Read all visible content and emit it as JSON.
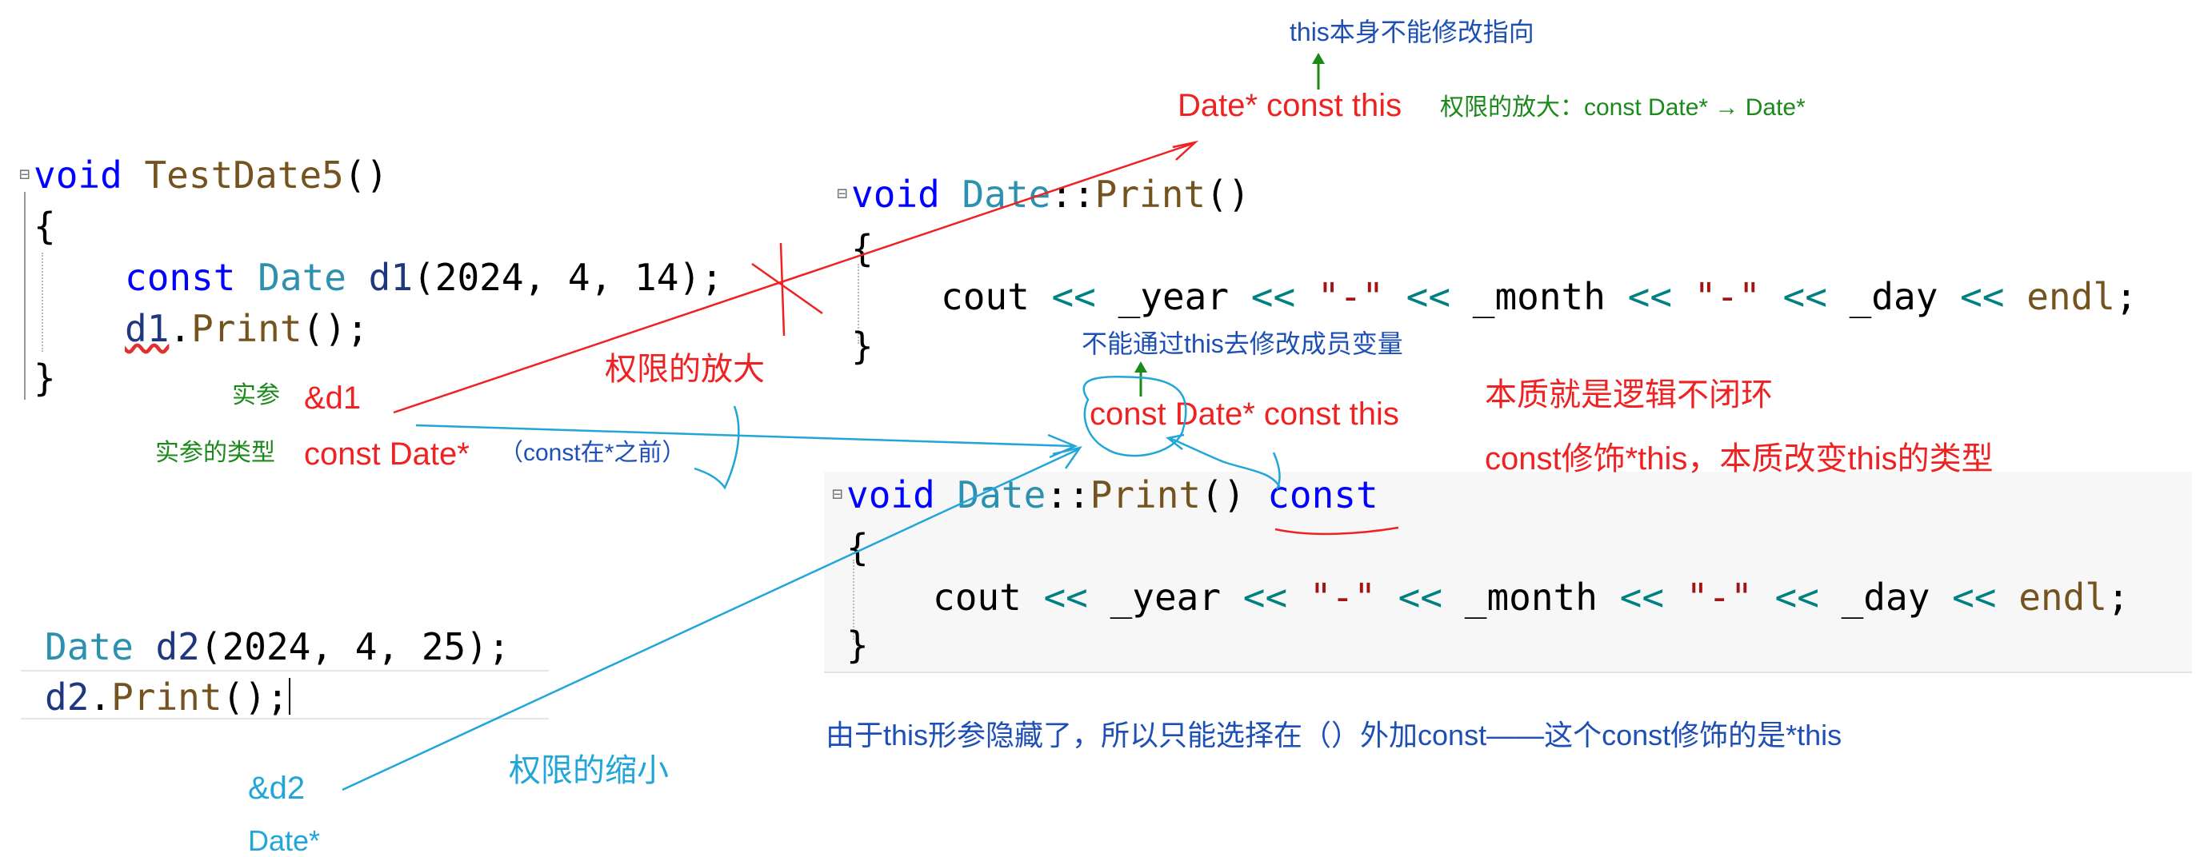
{
  "code_block_1": {
    "line1": {
      "kw": "void",
      "fn": "TestDate5",
      "rest": "()"
    },
    "line2": "{",
    "line3": {
      "kw": "const",
      "ty": "Date",
      "var": "d1",
      "rest": "(2024, 4, 14);"
    },
    "line4": {
      "var": "d1",
      "fn": "Print",
      "rest": "();"
    },
    "line5": "}"
  },
  "code_block_2": {
    "line1": {
      "kw": "void",
      "ty": "Date",
      "sep": "::",
      "fn": "Print",
      "rest": "()"
    },
    "line2": "{",
    "line3": {
      "a": "cout",
      "op": "<<",
      "b": "_year",
      "s1": "\"-\"",
      "c": "_month",
      "s2": "\"-\"",
      "d": "_day",
      "e": "endl",
      "end": ";"
    },
    "line4": "}"
  },
  "code_block_3": {
    "line1": {
      "kw": "void",
      "ty": "Date",
      "sep": "::",
      "fn": "Print",
      "rest": "()",
      "kw2": "const"
    },
    "line2": "{",
    "line3": {
      "a": "cout",
      "op": "<<",
      "b": "_year",
      "s1": "\"-\"",
      "c": "_month",
      "s2": "\"-\"",
      "d": "_day",
      "e": "endl",
      "end": ";"
    },
    "line4": "}"
  },
  "code_block_4": {
    "line1": {
      "ty": "Date",
      "var": "d2",
      "rest": "(2024, 4, 25);"
    },
    "line2": {
      "var": "d2",
      "fn": "Print",
      "rest": "();"
    }
  },
  "annotations": {
    "this_cannot_change": "this本身不能修改指向",
    "date_const_this": "Date* const this",
    "amplify_detail": "权限的放大：const Date* → Date*",
    "amplify": "权限的放大",
    "arg_label": "实参",
    "arg_value": "&d1",
    "arg_type_label": "实参的类型",
    "arg_type_value": "const Date*",
    "const_before_star": "（const在*之前）",
    "cannot_modify_members": "不能通过this去修改成员变量",
    "const_date_const_this": "const Date* const this",
    "essence_logic": "本质就是逻辑不闭环",
    "const_modifies_this": "const修饰*this，本质改变this的类型",
    "hidden_param_note": "由于this形参隐藏了，所以只能选择在（）外加const——这个const修饰的是*this",
    "d2_addr": "&d2",
    "d2_type": "Date*",
    "shrink": "权限的缩小"
  },
  "colors": {
    "red": "#ee2222",
    "green": "#1b8a1b",
    "blue": "#1e4fb5",
    "cyan": "#22a6d8"
  }
}
